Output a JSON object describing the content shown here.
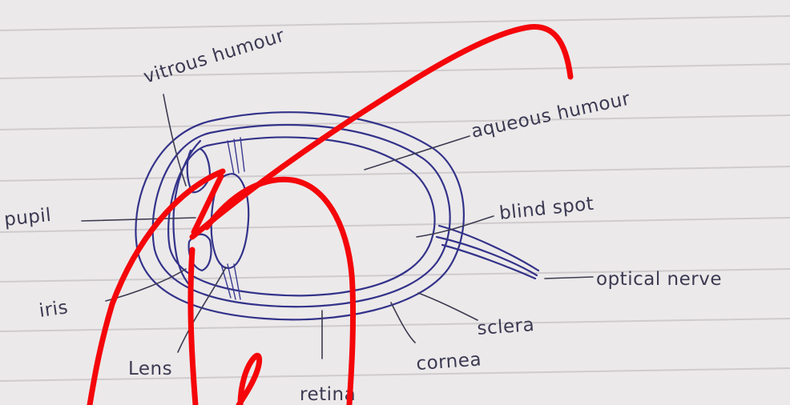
{
  "labels": {
    "vitreous_humour": "vitrous humour",
    "aqueous_humour": "aqueous humour",
    "pupil": "pupil",
    "blind_spot": "blind spot",
    "iris": "iris",
    "optical_nerve": "optical nerve",
    "sclera": "sclera",
    "lens": "Lens",
    "cornea": "cornea",
    "retina": "retina"
  },
  "colors": {
    "paper": "#ece9ea",
    "ink_blue": "#33338a",
    "pencil": "#3b3a52",
    "red_scribble": "#f4060a"
  }
}
